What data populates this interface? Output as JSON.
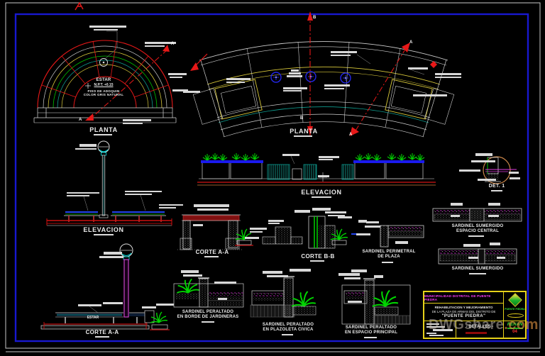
{
  "drawing": {
    "views": {
      "planta_left": {
        "title": "PLANTA"
      },
      "planta_right": {
        "title": "PLANTA"
      },
      "elevacion_left": {
        "title": "ELEVACION"
      },
      "elevacion_center": {
        "title": "ELEVACION"
      },
      "det_1": {
        "title": "DET. 1"
      },
      "corte_aa_mid": {
        "title": "CORTE A-A"
      },
      "corte_bb": {
        "title": "CORTE B-B"
      },
      "sardinel_perimetral": {
        "title_line1": "SARDINEL PERIMETRAL",
        "title_line2": "DE PLAZA"
      },
      "sardinel_sumergido_central": {
        "title_line1": "SARDINEL SUMERGIDO",
        "title_line2": "ESPACIO CENTRAL"
      },
      "sardinel_sumergido": {
        "title": "SARDINEL SUMERGIDO"
      },
      "corte_aa_bottom": {
        "title": "CORTE A-A"
      },
      "sardinel_peraltado_jardineras": {
        "title_line1": "SARDINEL PERALTADO",
        "title_line2": "EN BORDE DE JARDINERAS"
      },
      "sardinel_peraltado_plazoleta": {
        "title_line1": "SARDINEL PERALTADO",
        "title_line2": "EN PLAZOLETA CIVICA"
      },
      "sardinel_peraltado_principal": {
        "title_line1": "SARDINEL PERALTADO",
        "title_line2": "EN ESPACIO PRINCIPAL"
      }
    },
    "annotations": {
      "estar": "ESTAR",
      "npt": "N.P.T. +0.15",
      "piso_line1": "PISO DE ADOQUIN",
      "piso_line2": "COLOR GRIS NATURAL",
      "estar_bench": "ESTAR"
    },
    "section_markers": {
      "a": "A",
      "b": "B"
    }
  },
  "title_block": {
    "entity": "MUNICIPALIDAD DISTRITAL DE PUENTE PIEDRA",
    "project_line1": "REHABILITACION Y MEJORAMIENTO",
    "project_line2": "DE LA PLAZA DE ARMAS DEL DISTRITO DE",
    "project_line3": "\"PUENTE PIEDRA\"",
    "sheet_title": "- DETALLES -",
    "logo_text": "PUENTE PIEDRA",
    "author": "RENAN",
    "sheet_no": "04"
  },
  "watermark": {
    "part1": "DWGshare",
    "part2": ".com"
  },
  "colors": {
    "background": "#000000",
    "frame_blue": "#1818cf",
    "frame_white": "#c8c8c8",
    "line_red": "#e81818",
    "line_green": "#00d400",
    "line_yellow": "#d8c83a",
    "line_teal": "#0e9c8e",
    "line_cyan": "#00e0e0",
    "line_magenta": "#e03ae0",
    "line_blue": "#2326e8",
    "beam_dark_red": "#801010",
    "detail_tan": "#c98548",
    "titleblock_yellow": "#e6d11a",
    "titleblock_magenta": "#ff3cff",
    "logo_green": "#35e035"
  }
}
